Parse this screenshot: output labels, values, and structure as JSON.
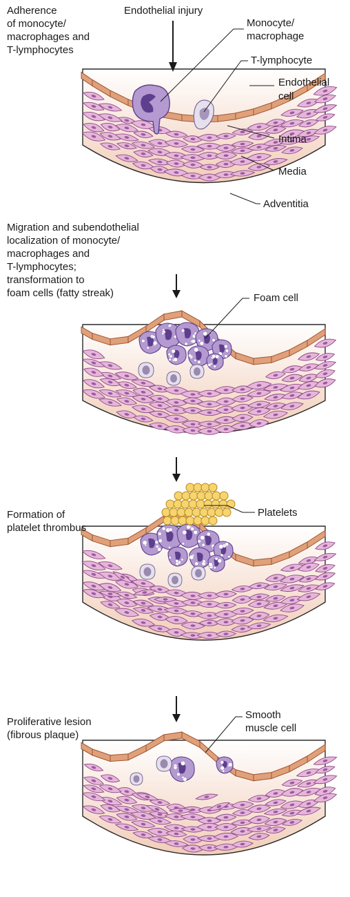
{
  "figure": {
    "panels": [
      {
        "caption": [
          "Adherence",
          "of monocyte/",
          "macrophages and",
          "T-lymphocytes"
        ],
        "top_label": "Endothelial injury",
        "labels": [
          [
            "Monocyte/",
            "macrophage"
          ],
          [
            "T-lymphocyte"
          ],
          [
            "Endothelial",
            "cell"
          ],
          [
            "Intima"
          ],
          [
            "Media"
          ],
          [
            "Adventitia"
          ]
        ]
      },
      {
        "caption": [
          "Migration and subendothelial",
          "localization of monocyte/",
          "macrophages and",
          "T-lymphocytes;",
          "transformation to",
          "foam cells (fatty streak)"
        ],
        "labels": [
          [
            "Foam cell"
          ]
        ]
      },
      {
        "caption": [
          "Formation of",
          "platelet thrombus"
        ],
        "labels": [
          [
            "Platelets"
          ]
        ]
      },
      {
        "caption": [
          "Proliferative lesion",
          "(fibrous plaque)"
        ],
        "labels": [
          [
            "Smooth",
            "muscle cell"
          ]
        ]
      }
    ],
    "colors": {
      "endothelium": "#e0a07a",
      "endothelium_stroke": "#9b5530",
      "smooth_muscle": "#e6b6da",
      "smooth_muscle_stroke": "#8d4a86",
      "smooth_muscle_nucleus": "#9c5aa1",
      "adventitia_top": "#ffffff",
      "adventitia_bottom": "#f1cdb8",
      "macrophage": "#b49ad0",
      "macrophage_nucleus": "#5d3f8e",
      "lymphocyte": "#e6e0ee",
      "lymphocyte_nucleus": "#9a8aaf",
      "platelet": "#f7d46d",
      "platelet_stroke": "#b58a20"
    }
  }
}
